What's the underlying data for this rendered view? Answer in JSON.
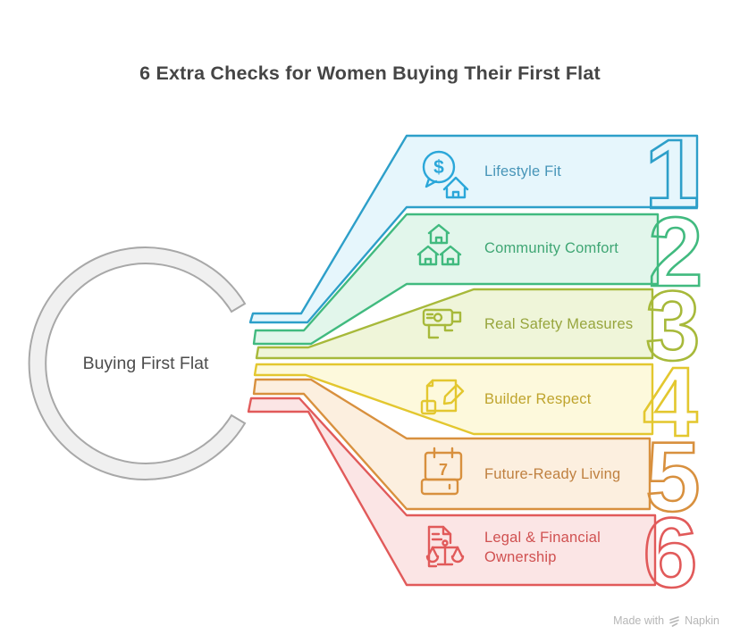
{
  "title": "6 Extra Checks for Women Buying Their First Flat",
  "center": {
    "label": "Buying First Flat",
    "ring_fill": "#f0f0f0",
    "ring_stroke": "#a8a8a8"
  },
  "branches": [
    {
      "number": "1",
      "label": "Lifestyle Fit",
      "fill": "#e6f6fc",
      "stroke": "#2d9fc9",
      "text_color": "#4795b8",
      "icon": "dollar-chat-house-icon",
      "icon_color": "#2ba7d9",
      "icon_glyph": "$"
    },
    {
      "number": "2",
      "label": "Community Comfort",
      "fill": "#e2f6eb",
      "stroke": "#41ba7f",
      "text_color": "#3fa674",
      "icon": "houses-icon",
      "icon_color": "#41ba7f"
    },
    {
      "number": "3",
      "label": "Real Safety Measures",
      "fill": "#eff5d9",
      "stroke": "#a7b93a",
      "text_color": "#97a53d",
      "icon": "cctv-camera-icon",
      "icon_color": "#a7b93a"
    },
    {
      "number": "4",
      "label": "Builder Respect",
      "fill": "#fdf9dc",
      "stroke": "#e3c72f",
      "text_color": "#bfa42d",
      "icon": "contract-pen-icon",
      "icon_color": "#e3c72f"
    },
    {
      "number": "5",
      "label": "Future-Ready Living",
      "fill": "#fcefdf",
      "stroke": "#d8903e",
      "text_color": "#bf8040",
      "icon": "calendar-icon",
      "icon_color": "#d8903e",
      "icon_glyph": "7"
    },
    {
      "number": "6",
      "label": "Legal & Financial",
      "label2": "Ownership",
      "fill": "#fbe5e5",
      "stroke": "#e15a5a",
      "text_color": "#d05151",
      "icon": "document-scales-icon",
      "icon_color": "#e15a5a"
    }
  ],
  "watermark": {
    "prefix": "Made with",
    "brand": "Napkin"
  }
}
